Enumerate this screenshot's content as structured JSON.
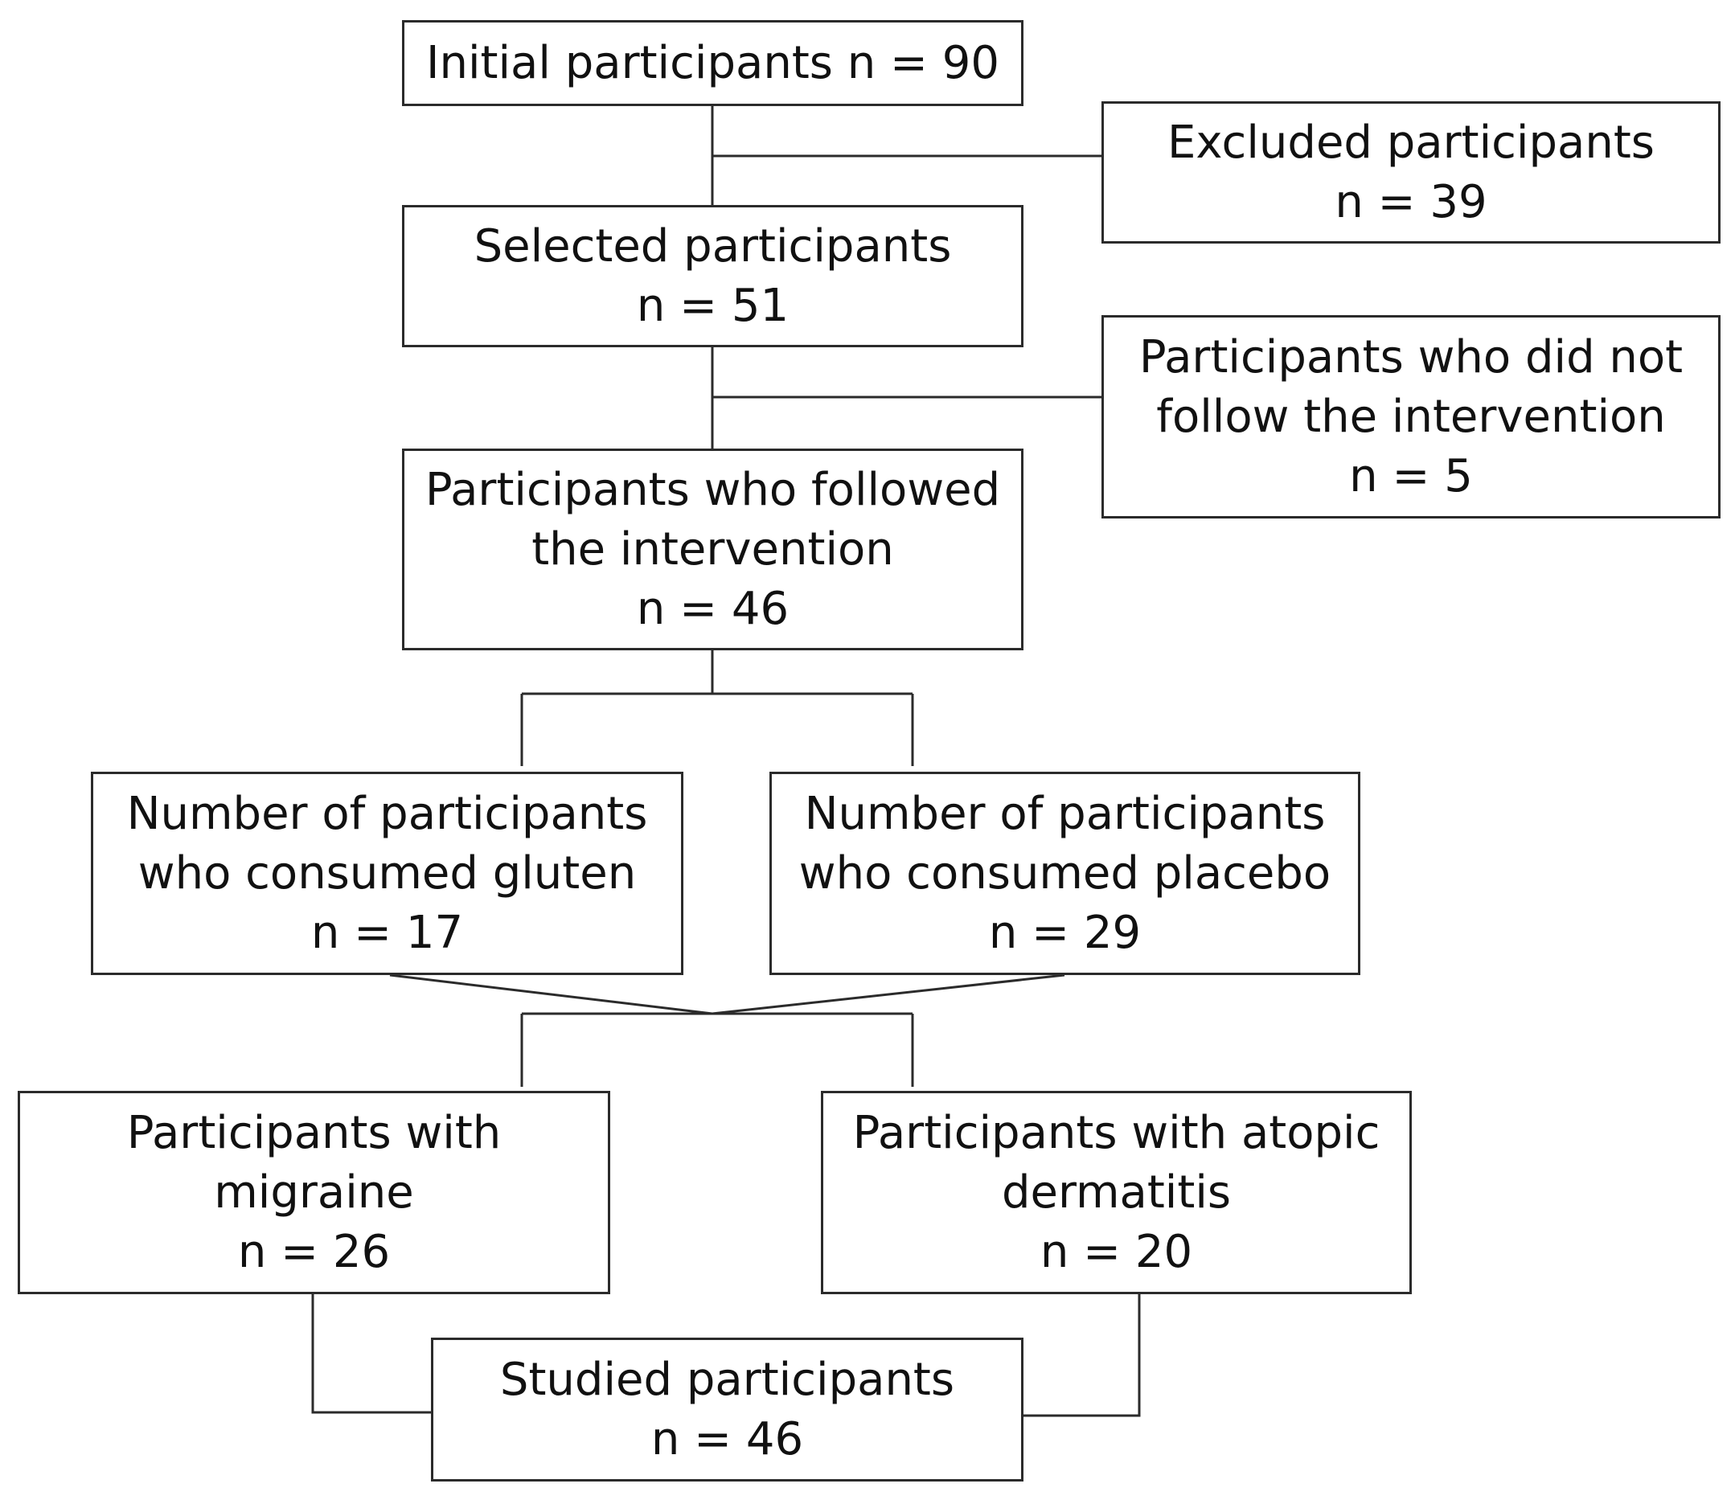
{
  "flowchart": {
    "initial": {
      "line1": "Initial participants n = 90"
    },
    "excluded": {
      "line1": "Excluded participants",
      "line2": "n = 39"
    },
    "selected": {
      "line1": "Selected participants",
      "line2": "n = 51"
    },
    "not_followed": {
      "line1": "Participants who did not",
      "line2": "follow the intervention",
      "line3": "n = 5"
    },
    "followed": {
      "line1": "Participants who followed",
      "line2": "the intervention",
      "line3": "n = 46"
    },
    "gluten": {
      "line1": "Number of participants",
      "line2": "who consumed gluten",
      "line3": "n = 17"
    },
    "placebo": {
      "line1": "Number of participants",
      "line2": "who consumed placebo",
      "line3": "n = 29"
    },
    "migraine": {
      "line1": "Participants with",
      "line2": "migraine",
      "line3": "n = 26"
    },
    "atopic": {
      "line1": "Participants with atopic",
      "line2": "dermatitis",
      "line3": "n = 20"
    },
    "studied": {
      "line1": "Studied participants",
      "line2": "n = 46"
    }
  }
}
